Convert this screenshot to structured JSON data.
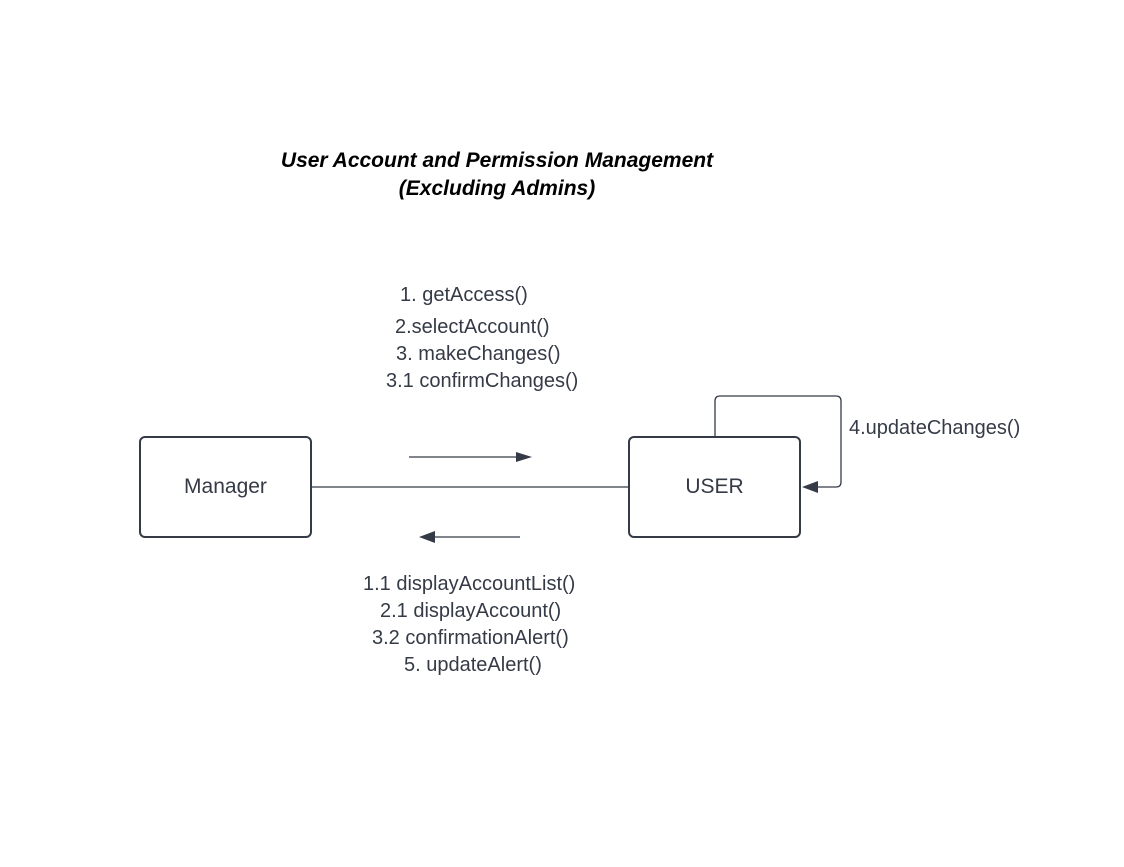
{
  "title": {
    "line1": "User Account and Permission Management",
    "line2": "(Excluding Admins)"
  },
  "nodes": {
    "manager": "Manager",
    "user": "USER"
  },
  "messages_to_user": [
    "1. getAccess()",
    "2.selectAccount()",
    "3. makeChanges()",
    "3.1 confirmChanges()"
  ],
  "messages_to_manager": [
    "1.1 displayAccountList()",
    "2.1 displayAccount()",
    "3.2 confirmationAlert()",
    "5. updateAlert()"
  ],
  "self_message": "4.updateChanges()",
  "colors": {
    "stroke": "#343a46",
    "title": "#000000",
    "background": "#ffffff"
  }
}
